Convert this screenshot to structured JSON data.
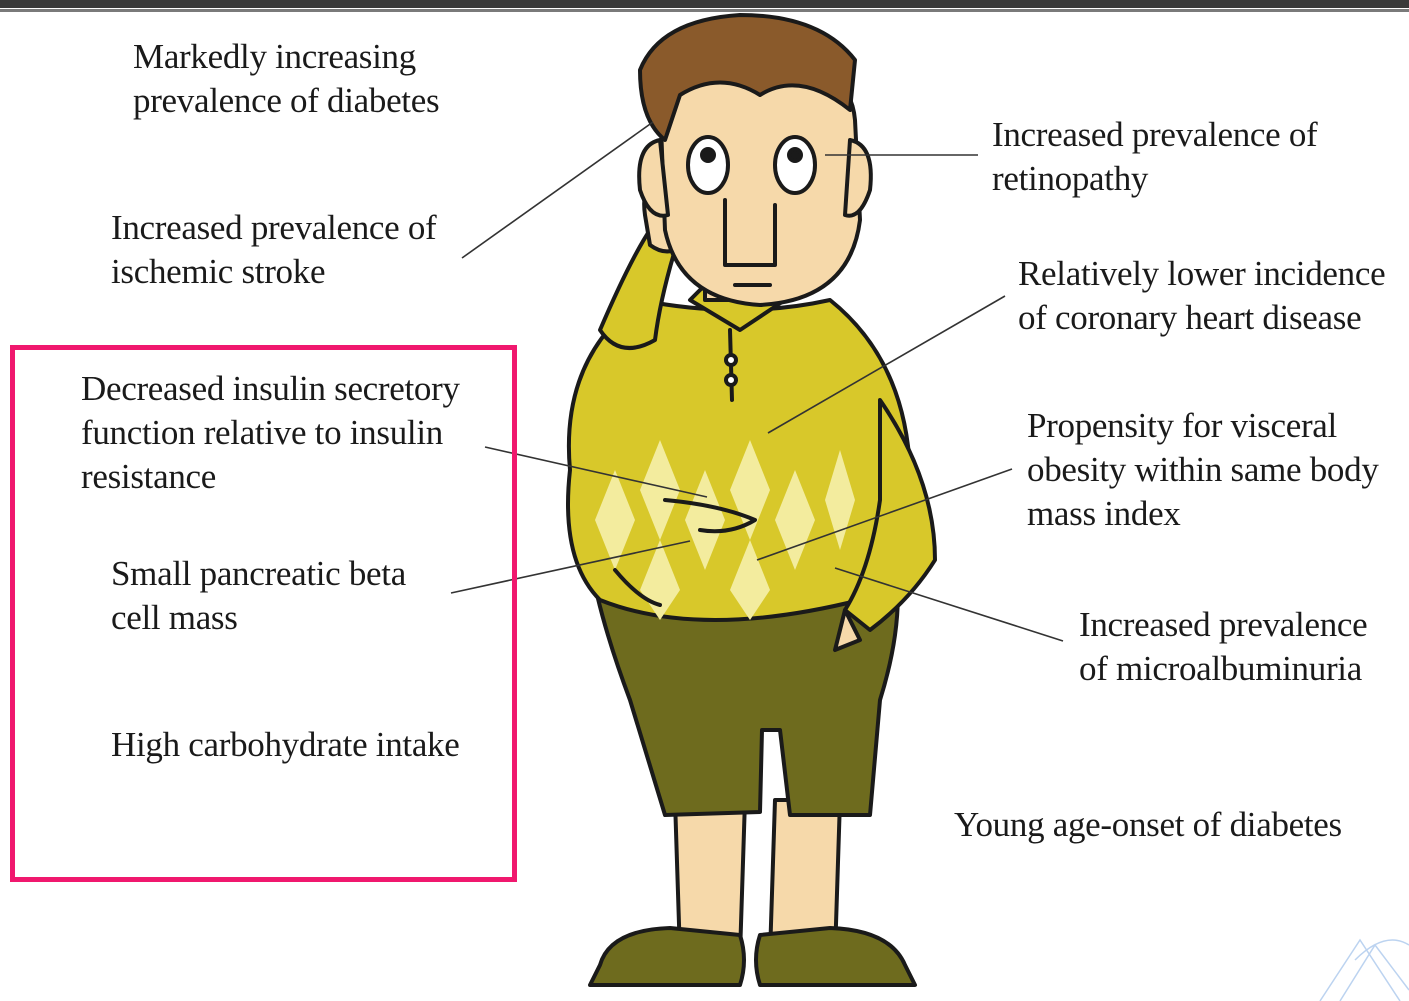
{
  "labels": {
    "diabetes_prevalence": [
      "Markedly increasing",
      "prevalence of diabetes"
    ],
    "ischemic_stroke": [
      "Increased prevalence of",
      "ischemic stroke"
    ],
    "insulin_secretory": [
      "Decreased insulin secretory",
      "function relative to insulin",
      "resistance"
    ],
    "beta_cell": [
      "Small pancreatic beta",
      "cell mass"
    ],
    "carbohydrate": [
      "High carbohydrate intake"
    ],
    "retinopathy": [
      "Increased prevalence of",
      "retinopathy"
    ],
    "coronary": [
      "Relatively lower incidence",
      "of coronary heart disease"
    ],
    "visceral": [
      "Propensity for visceral",
      "obesity within same body",
      "mass index"
    ],
    "microalbuminuria": [
      "Increased prevalence",
      "of microalbuminuria"
    ],
    "young_onset": [
      "Young age-onset of diabetes"
    ]
  },
  "colors": {
    "highlight_border": "#f0186e",
    "sweater": "#d8c82a",
    "shorts": "#6e6b1e",
    "skin": "#f6d9aa",
    "hair": "#8a5a2b"
  }
}
